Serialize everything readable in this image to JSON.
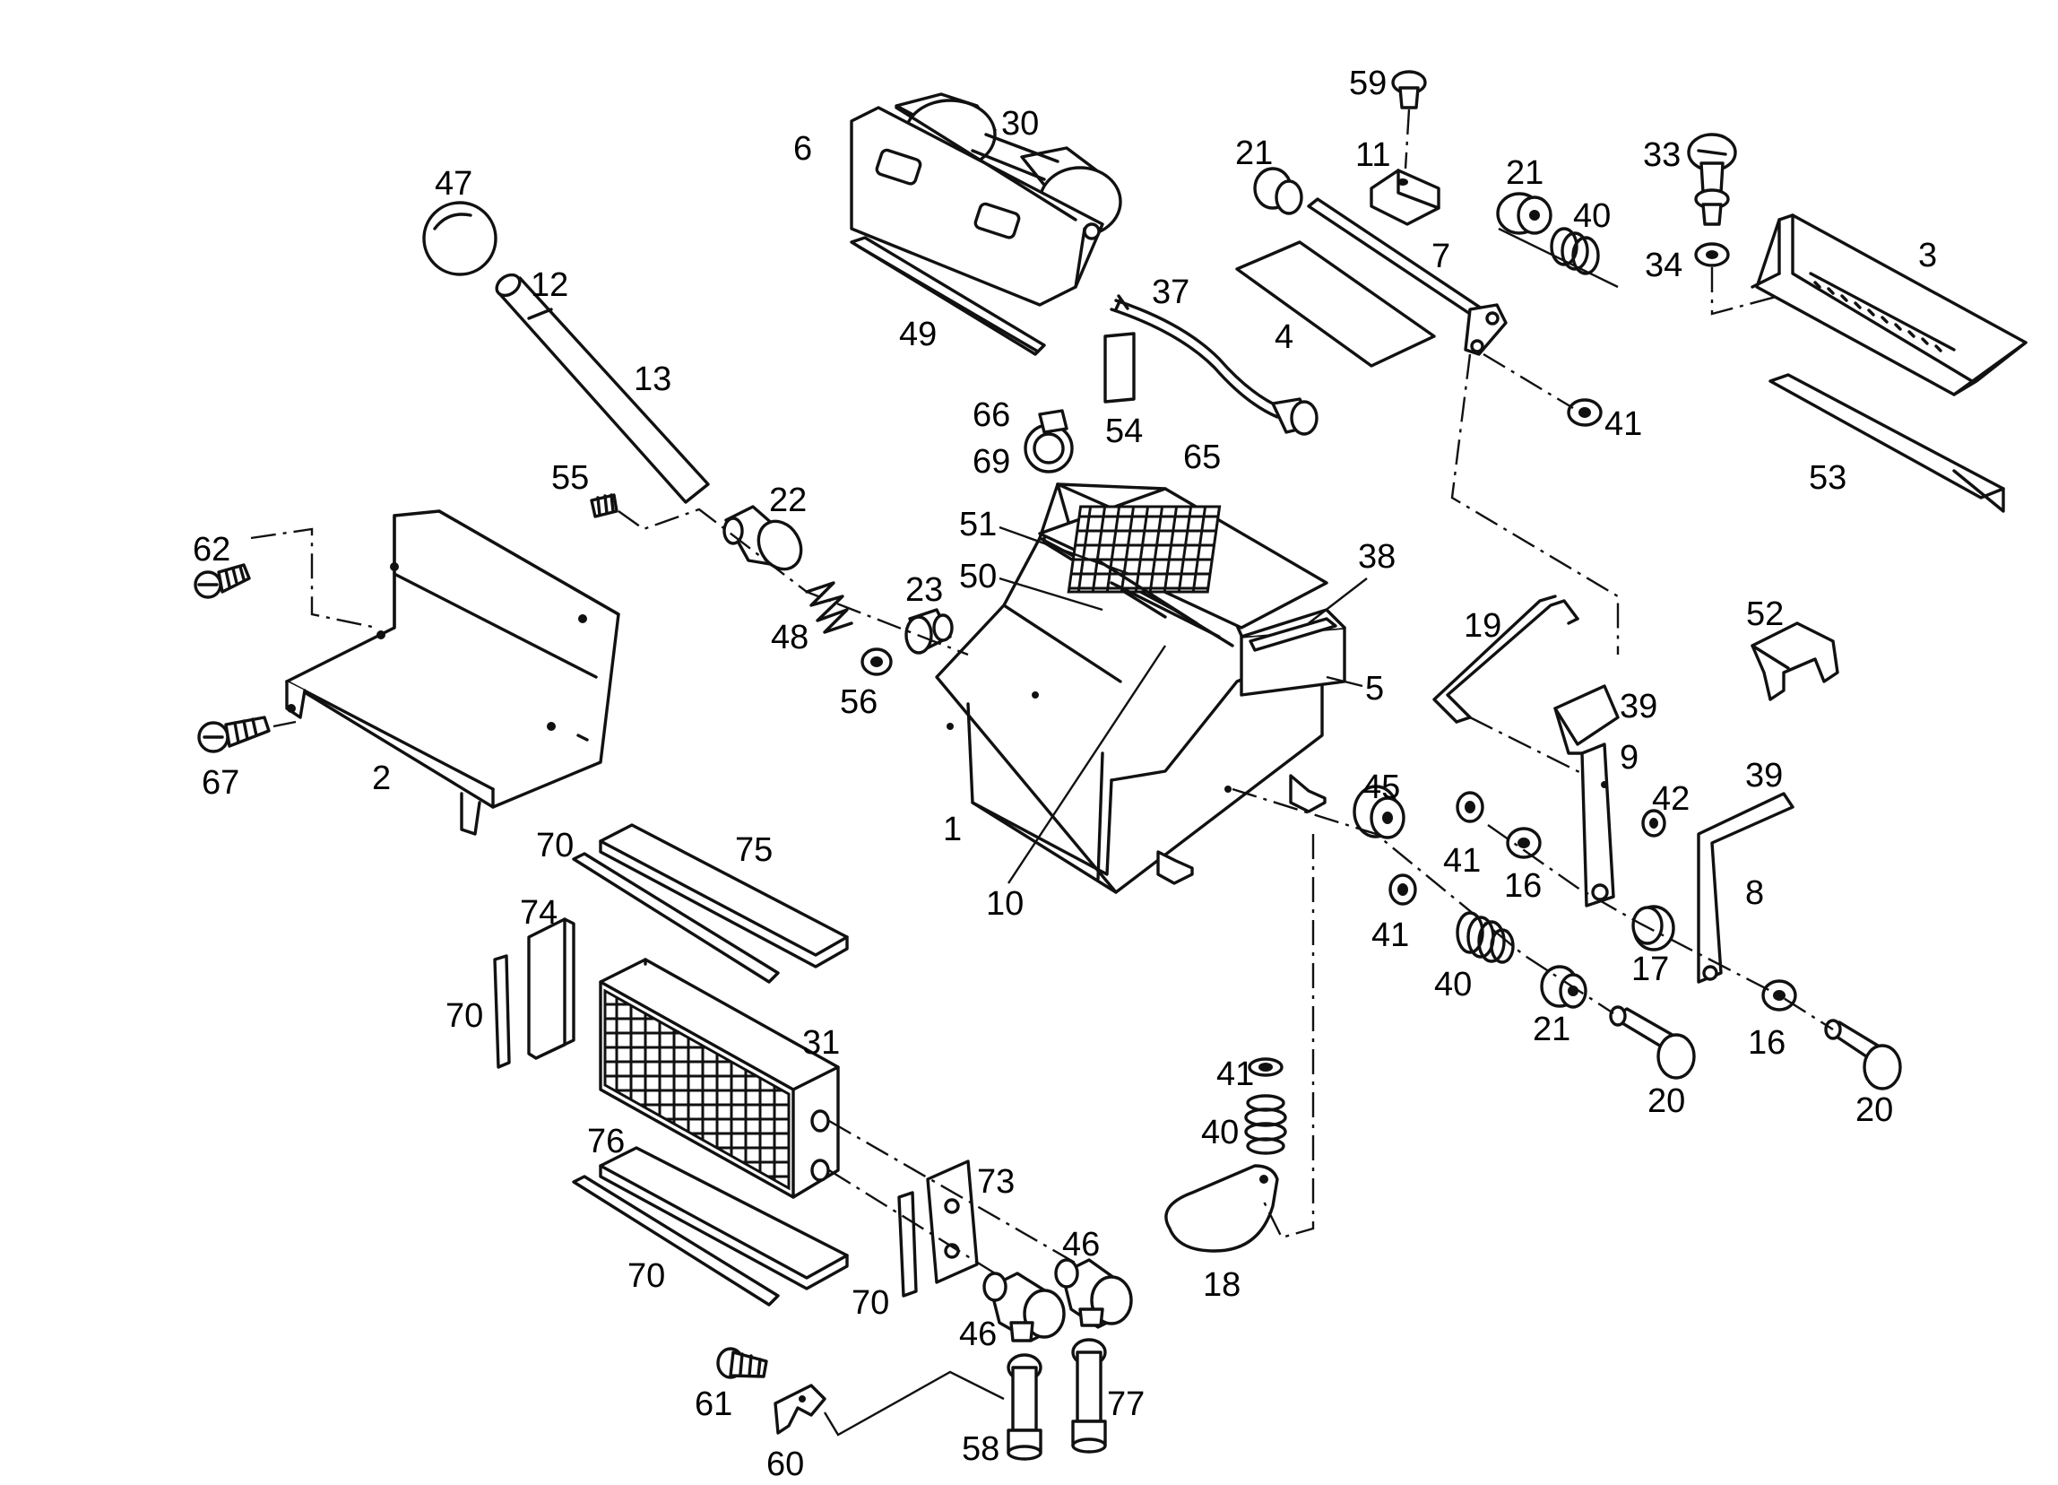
{
  "callouts": {
    "c1": "1",
    "c2": "2",
    "c3": "3",
    "c4": "4",
    "c5": "5",
    "c6": "6",
    "c7": "7",
    "c8": "8",
    "c9": "9",
    "c10": "10",
    "c11": "11",
    "c12": "12",
    "c13": "13",
    "c16a": "16",
    "c16b": "16",
    "c17": "17",
    "c18": "18",
    "c19": "19",
    "c20a": "20",
    "c20b": "20",
    "c21a": "21",
    "c21b": "21",
    "c21c": "21",
    "c22": "22",
    "c23": "23",
    "c30": "30",
    "c31": "31",
    "c33": "33",
    "c34": "34",
    "c37": "37",
    "c38": "38",
    "c39a": "39",
    "c39b": "39",
    "c40a": "40",
    "c40b": "40",
    "c40c": "40",
    "c41a": "41",
    "c41b": "41",
    "c41c": "41",
    "c41d": "41",
    "c42": "42",
    "c45": "45",
    "c46a": "46",
    "c46b": "46",
    "c47": "47",
    "c48": "48",
    "c49": "49",
    "c50": "50",
    "c51": "51",
    "c52": "52",
    "c53": "53",
    "c54": "54",
    "c55": "55",
    "c56": "56",
    "c58": "58",
    "c59": "59",
    "c60": "60",
    "c61": "61",
    "c62": "62",
    "c65": "65",
    "c66": "66",
    "c67": "67",
    "c69": "69",
    "c70a": "70",
    "c70b": "70",
    "c70c": "70",
    "c70d": "70",
    "c73": "73",
    "c74": "74",
    "c75": "75",
    "c76": "76",
    "c77": "77"
  }
}
